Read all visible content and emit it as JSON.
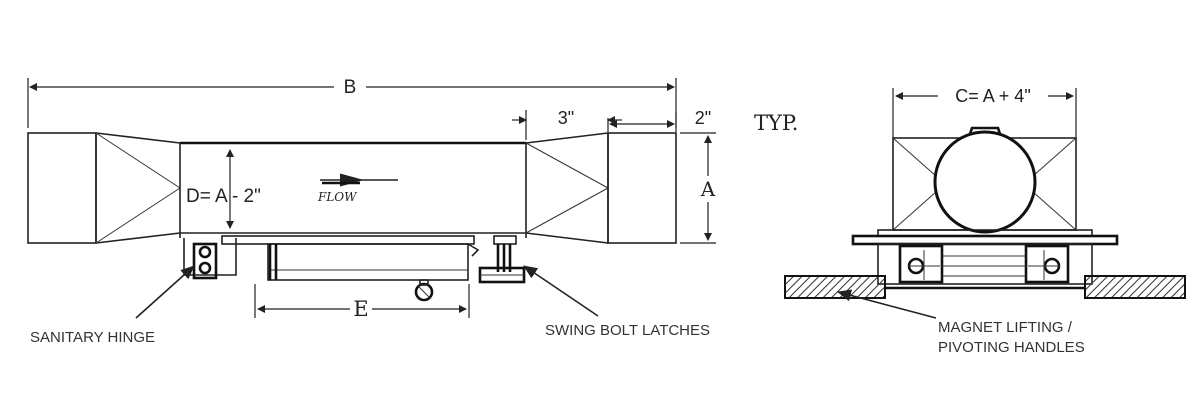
{
  "dimensions": {
    "b": "B",
    "three_inch": "3\"",
    "two_inch": "2\"",
    "typ": "TYP.",
    "a": "A",
    "d": "D= A - 2\"",
    "c": "C= A + 4\"",
    "e": "E"
  },
  "flow_label": "FLOW",
  "callouts": {
    "hinge": "SANITARY HINGE",
    "latches": "SWING BOLT LATCHES",
    "magnet_line1": "MAGNET LIFTING /",
    "magnet_line2": "PIVOTING HANDLES"
  }
}
